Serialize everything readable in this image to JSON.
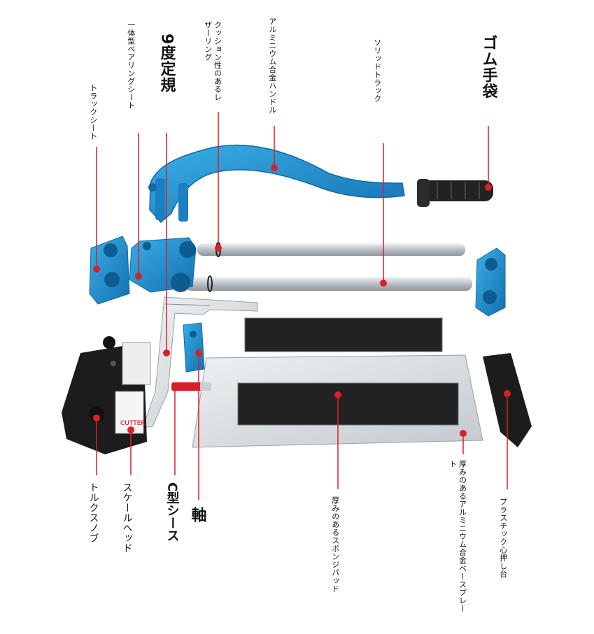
{
  "labels": {
    "track_seat": "トラックシート",
    "bearing_seat": "一体型ベアリングシート",
    "protractor": "9度定規",
    "laser_ring": "クッション性のあるレザーリング",
    "handle": "アルミニウム合金ハンドル",
    "solid_track": "ソリッドトラック",
    "rubber_grip": "ゴム手袋",
    "torque_knob": "トルクスノブ",
    "scale_head": "スケールヘッド",
    "c_sheath": "C型シース",
    "axis": "軸",
    "sponge_pad": "厚みのあるスポンジパッド",
    "base_plate": "厚みのあるアルミニウム合金ベースプレート",
    "plastic_support": "プラスチック心押し台"
  },
  "scale_text": "CUTTER",
  "colors": {
    "blue": "#1f8fd0",
    "blue_dark": "#0f6aa6",
    "red": "#d8202a",
    "black": "#1c1c1c",
    "silver": "#c9ced3"
  }
}
